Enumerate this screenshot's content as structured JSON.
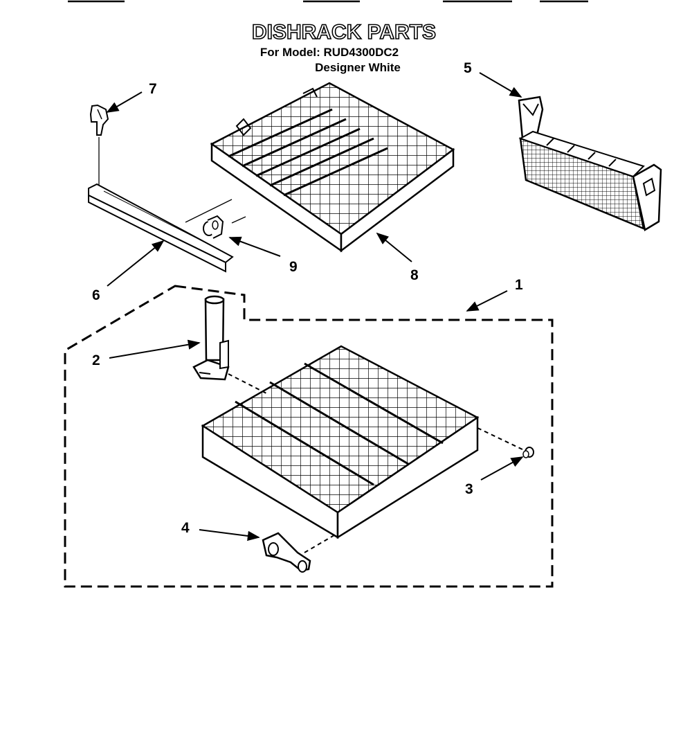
{
  "header": {
    "title": "DISHRACK PARTS",
    "model_line": "For Model: RUD4300DC2",
    "color_line": "Designer White"
  },
  "callouts": [
    "1",
    "2",
    "3",
    "4",
    "5",
    "6",
    "7",
    "8",
    "9"
  ],
  "parts": {
    "assembly_group": "lower dishrack assembly",
    "icons": [
      "lower-rack-icon",
      "upper-rack-icon",
      "silverware-basket-icon",
      "track-rail-icon",
      "rack-stop-clip-icon",
      "roller-icon",
      "wheel-icon",
      "stacking-post-icon",
      "clip-icon"
    ]
  }
}
